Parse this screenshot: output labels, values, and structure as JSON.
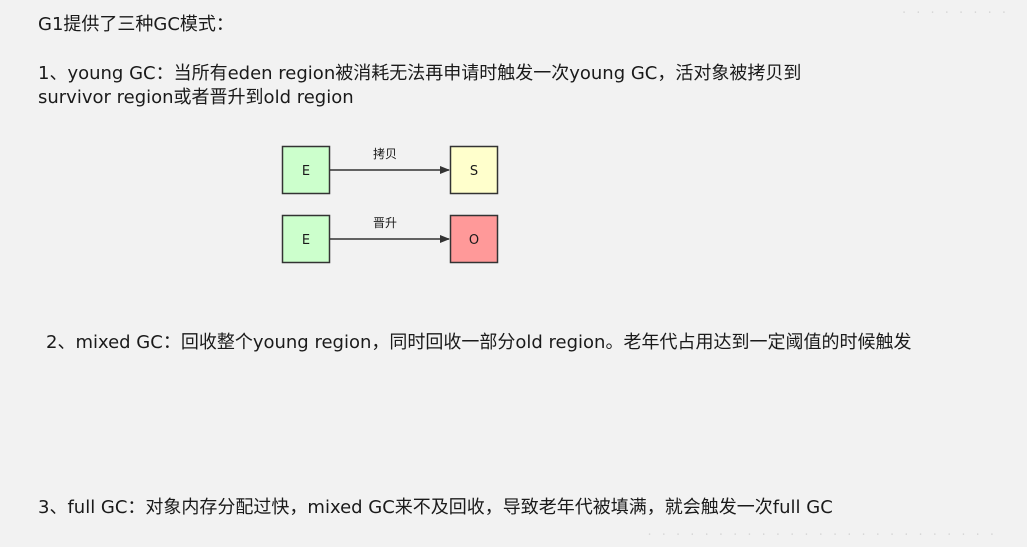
{
  "heading": "G1提供了三种GC模式：",
  "item1": {
    "line1": "1、young GC：当所有eden region被消耗无法再申请时触发一次young GC，活对象被拷贝到",
    "line2": "survivor region或者晋升到old region"
  },
  "diagram": {
    "rows": [
      {
        "source": "E",
        "target": "S",
        "edge_label": "拷贝"
      },
      {
        "source": "E",
        "target": "O",
        "edge_label": "晋升"
      }
    ],
    "colors": {
      "eden_fill": "#ccffcc",
      "survivor_fill": "#ffffcc",
      "old_fill": "#ff9999",
      "stroke": "#333333"
    }
  },
  "item2": "2、mixed GC：回收整个young region，同时回收一部分old region。老年代占用达到一定阈值的时候触发",
  "item3": "3、full GC：对象内存分配过快，mixed GC来不及回收，导致老年代被填满，就会触发一次full GC"
}
